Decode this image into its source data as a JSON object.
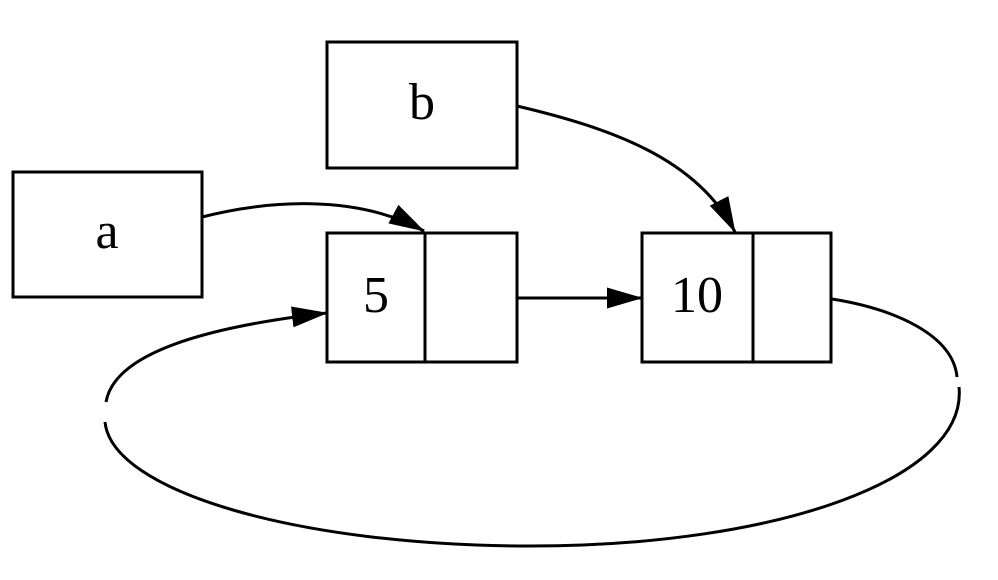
{
  "diagram": {
    "type": "linked-list-graph",
    "background_color": "#ffffff",
    "line_color": "#000000",
    "nodes": {
      "a": {
        "label": "a",
        "kind": "variable-box"
      },
      "b": {
        "label": "b",
        "kind": "variable-box"
      },
      "n5": {
        "value": "5",
        "next_cell": "",
        "kind": "list-node"
      },
      "n10": {
        "value": "10",
        "next_cell": "",
        "kind": "list-node"
      }
    },
    "edges": [
      {
        "from": "a",
        "to": "n5",
        "style": "curved-arrow"
      },
      {
        "from": "b",
        "to": "n10",
        "style": "curved-arrow"
      },
      {
        "from": "n5",
        "to": "n10",
        "style": "straight-arrow"
      },
      {
        "from": "n10",
        "to": "n5",
        "style": "loop-arrow-around-bottom"
      }
    ]
  }
}
